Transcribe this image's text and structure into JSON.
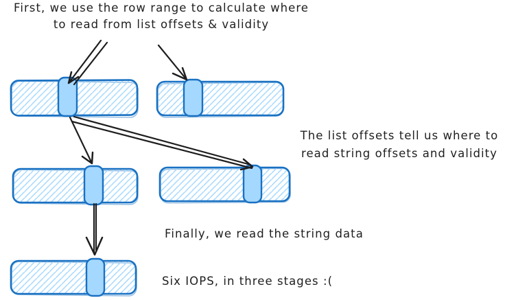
{
  "captions": {
    "stage1": {
      "line1": "First, we use the row range to calculate where",
      "line2": "to read from list offsets & validity"
    },
    "stage2": {
      "line1": "The list offsets tell us where to",
      "line2": "read string offsets and validity"
    },
    "stage3": {
      "text": "Finally, we read the string data"
    },
    "summary": {
      "text": "Six IOPS, in three stages :("
    }
  },
  "colors": {
    "shape_outline": "#1971c2",
    "shape_hatch_fill": "#a5d8ff",
    "highlight_segment_fill": "#a5d8ff",
    "arrow": "#1e1e1e",
    "text": "#1e1e1e",
    "background": "#ffffff"
  }
}
